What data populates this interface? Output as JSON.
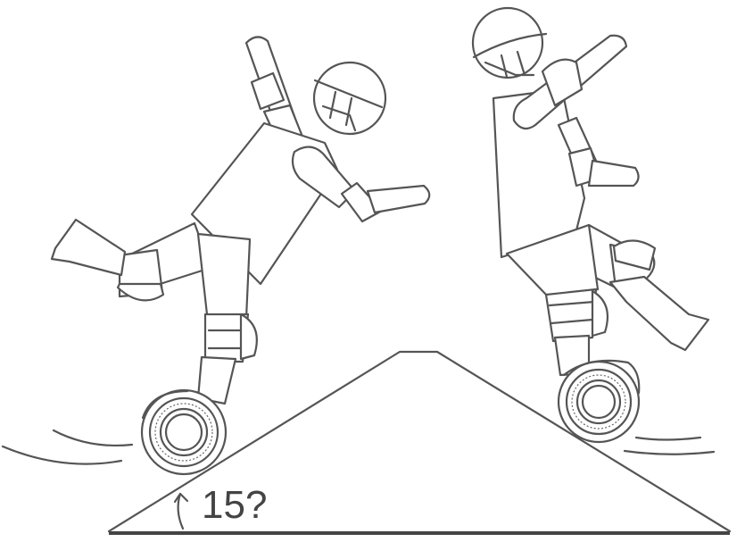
{
  "figure": {
    "angle_label": "15?",
    "colors": {
      "line": "#555555",
      "ground": "#444444",
      "background": "#ffffff"
    },
    "icons": [
      "rider-left-figure",
      "rider-right-figure",
      "hoverboard-wheel",
      "ramp",
      "angle-arrow"
    ]
  }
}
